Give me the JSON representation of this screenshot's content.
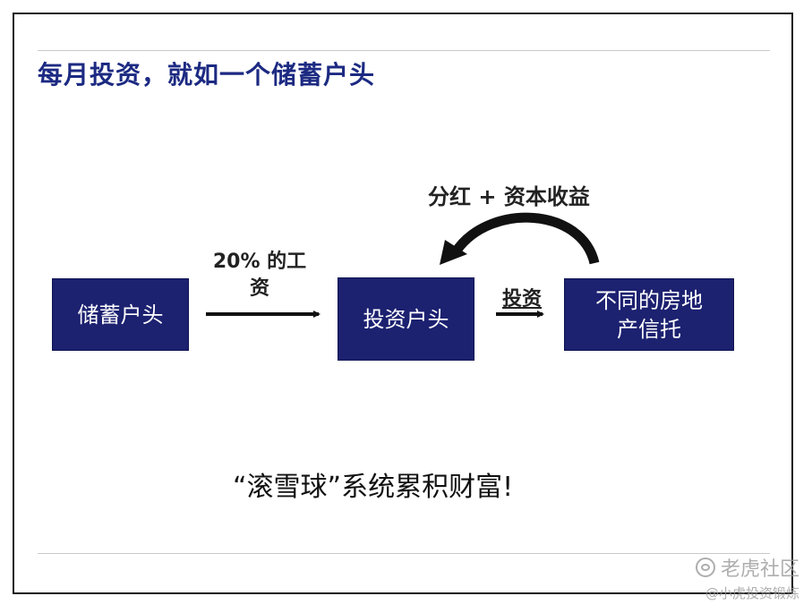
{
  "title": "每月投资，就如一个储蓄户头",
  "nodes": {
    "savings": "储蓄户头",
    "investment": "投资户头",
    "trust_line1": "不同的房地",
    "trust_line2": "产信托"
  },
  "edges": {
    "income_line1": "20% 的工",
    "income_line2": "资",
    "invest": "投资",
    "returns": "分红 + 资本收益"
  },
  "slogan": "“滚雪球”系统累积财富!",
  "watermark": {
    "brand": "老虎社区",
    "handle": "@小虎投资锻炼"
  },
  "colors": {
    "title": "#1c2a82",
    "box_fill": "#1c2170",
    "box_text": "#ffffff",
    "arrow": "#111111"
  }
}
